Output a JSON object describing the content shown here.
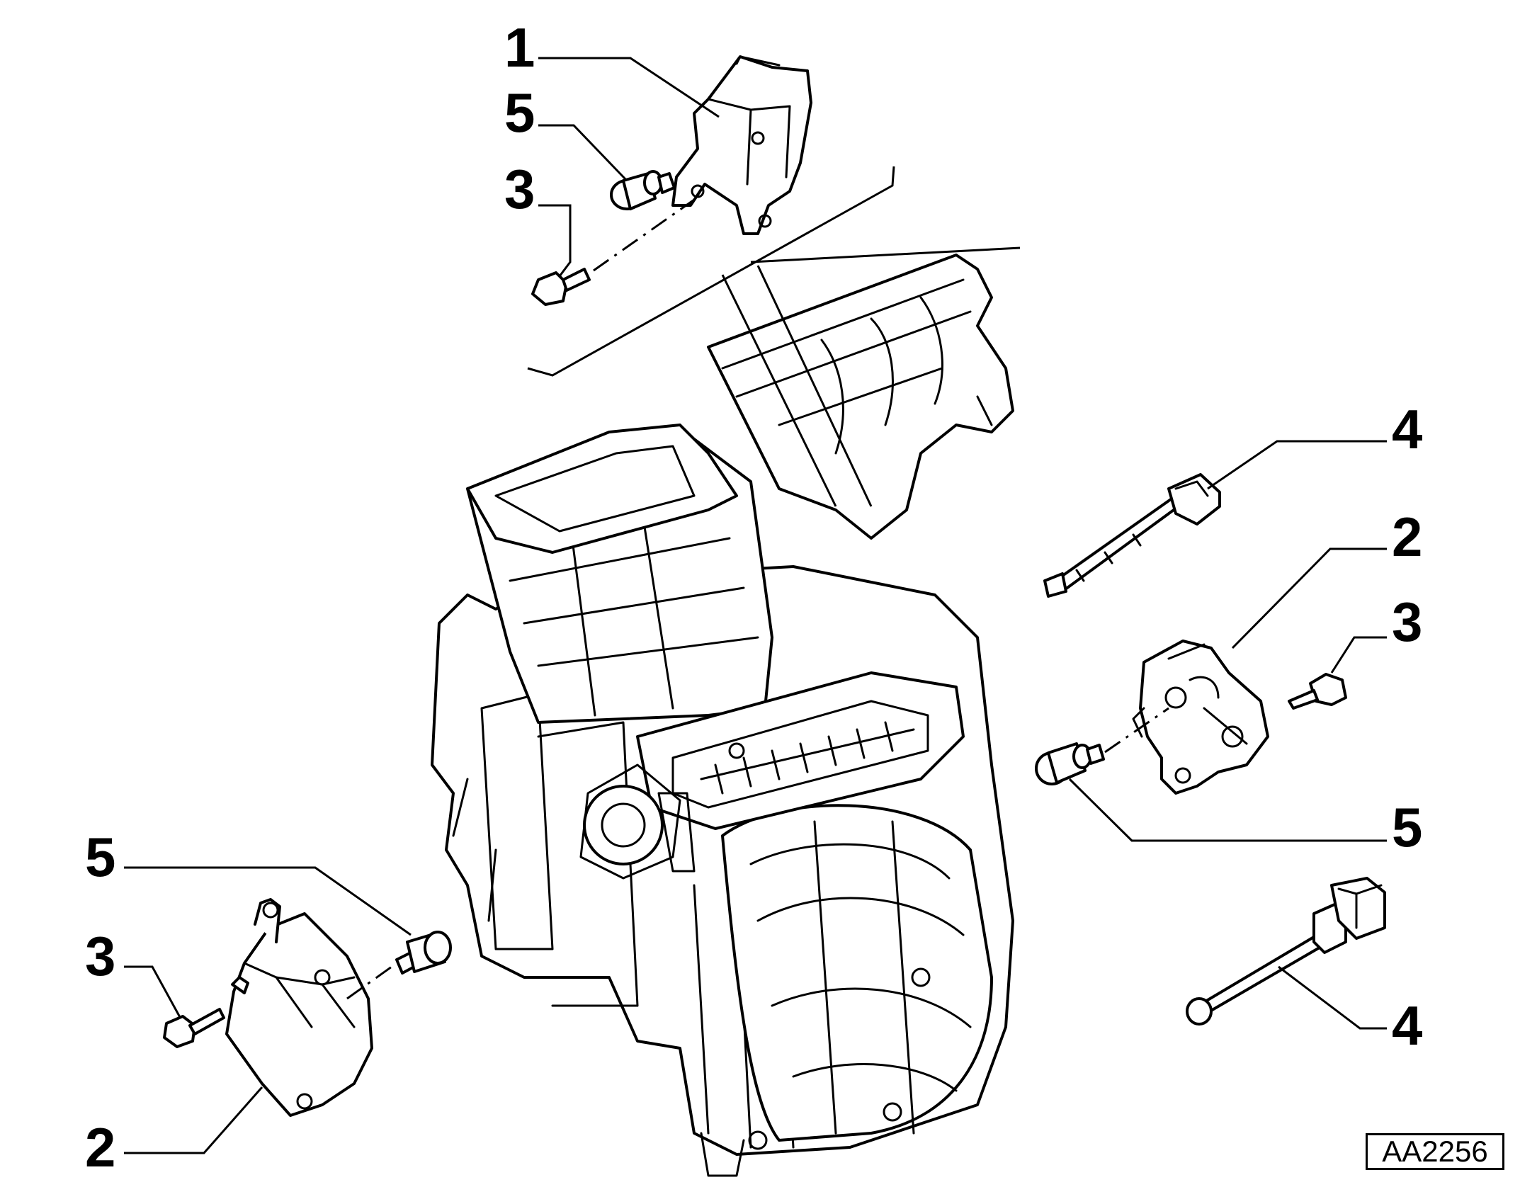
{
  "callouts": {
    "top_part_1": "1",
    "top_part_5": "5",
    "top_part_3": "3",
    "right_part_4_upper": "4",
    "right_part_2": "2",
    "right_part_3": "3",
    "right_part_5": "5",
    "right_part_4_lower": "4",
    "left_part_5": "5",
    "left_part_3": "3",
    "left_part_2": "2"
  },
  "reference_code": "AA2256"
}
